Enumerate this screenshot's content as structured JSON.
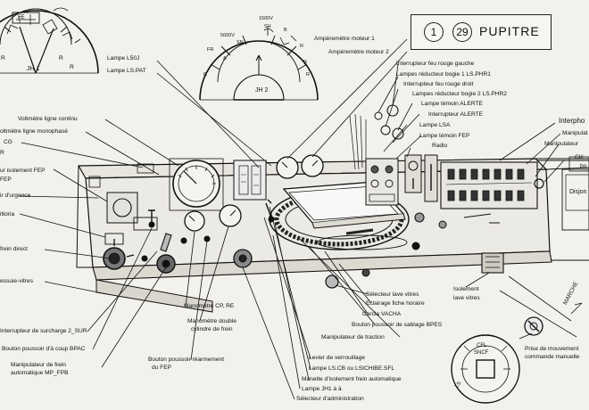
{
  "header": {
    "circle_1": "1",
    "circle_2": "29",
    "title": "PUPITRE"
  },
  "gauges": {
    "jh1": {
      "caption": "JH 1",
      "marks": [
        "FE",
        "R",
        "R",
        "R"
      ]
    },
    "jh2": {
      "caption": "JH 2",
      "marks": [
        "FR",
        "R",
        "5000V",
        "A",
        "1500V",
        "SN",
        "SH",
        "B",
        "R",
        "R",
        "R"
      ]
    }
  },
  "labels": {
    "lampe_l50j": "Lampe  L50J",
    "lampe_ls_pat": "Lampe  LS.PAT",
    "amperemetre_1": "Ampèremètre moteur 1",
    "amperemetre_2": "Ampèremètre moteur 2",
    "int_feu_rouge_gauche": "Interrupteur feu rouge gauche",
    "lampes_red_bogie_1": "Lampes réducteur bogie 1   LS.PHR1",
    "int_feu_rouge_droit": "Interrupteur feu rouge droit",
    "lampes_red_bogie_2": "Lampes réducteur bogie 2  LS.PHR2",
    "lampe_temoin_alerte": "Lampe témoin ALERTE",
    "int_alerte": "Interrupteur ALERTE",
    "lampe_lsa": "Lampe LSA",
    "lampe_temoin_fep": "Lampe témoin FEP",
    "radio": "Radio",
    "interphone": "Interpho",
    "manipulateur_top": "Manipulat",
    "manipulateur": "Manipulateur",
    "cle_bo": "Clé",
    "cle_bo_2": "bo",
    "disjon": "Disjon",
    "voltmetre_ligne_continu": "Voltmètre ligne continu",
    "voltmetre_ligne_mono": "oltmètre ligne monophasé",
    "cg": "CG",
    "r": "R",
    "int_isolement_fep": "ur isolement FEP",
    "fep": "FEP",
    "ir_d_urgence": "ir d'urgence",
    "ittoria": "ittoria",
    "frein_direct": "frein direct",
    "essuie_vitres": "essuie-vitres",
    "int_surcharge": "Interrupteur de surcharge  2_SUR",
    "bouton_coup_bpac": "Bouton poussoir  d'à coup BPAC",
    "manip_frein_auto": "Manipulateur de frein",
    "manip_frein_auto_2": "automatique  MP_FPB",
    "manometre_cp_re": "Manomètre  CP, RE",
    "manometre_double": "Manomètre double",
    "manometre_double_2": "cylindre de frein",
    "bouton_rearmement": "Bouton poussoir réarmement",
    "bouton_rearmement_2": "du   FEP",
    "selecteur_lave_vitres": "Sélecteur lave vitres",
    "eclairage_fiche_horaire": "Eclairage fiche horaire",
    "carcla_vacha": "Carcla VACHA",
    "bouton_poussoir_sablage": "Bouton poussoir de sablage BPES",
    "manipulateur_traction": "Manipulateur de traction",
    "isolement_lave_vitres": "Isolement",
    "isolement_lave_vitres_2": "lave vitres",
    "levier_verrouillage": "Levier de verrouillage",
    "lampe_ls_cb": "Lampe  LS.CB ou LSICHIBE.SFL",
    "manette_isolement": "Manette d'isolement frein automatique",
    "lampe_jh": "Lampe  JH1 à à",
    "selecteur_admin": "Sélecteur  d'administration",
    "prise_mouvement": "Prise de mouvement",
    "commande_manuelle": "commande manuelle",
    "marche": "MARCHE",
    "stamp_sncf": "SNCF",
    "stamp_cfl": "CFL",
    "stamp_ls": "LS"
  }
}
